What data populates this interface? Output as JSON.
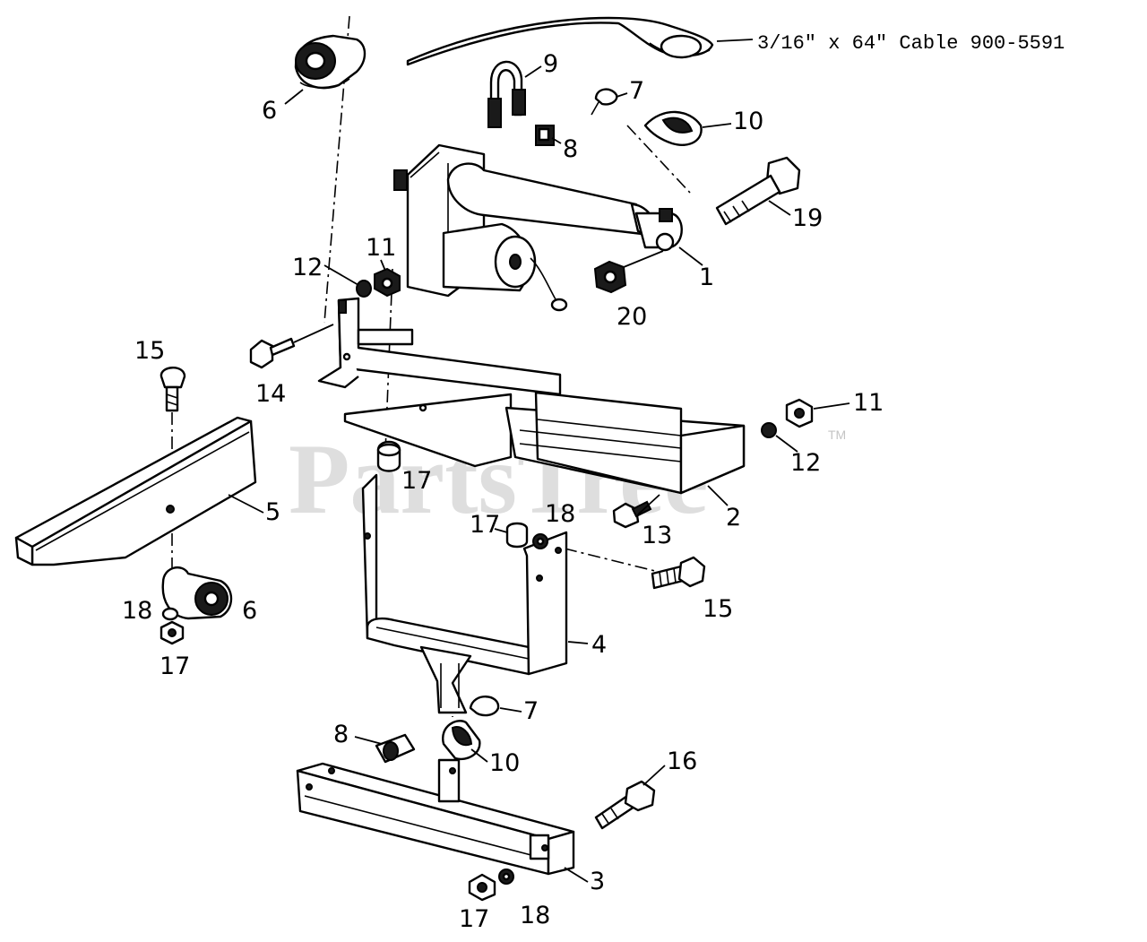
{
  "cable_label": "3/16\" x 64\" Cable  900-5591",
  "watermark": "PartsTree",
  "trademark": "TM",
  "callouts": {
    "c1": "1",
    "c2": "2",
    "c3": "3",
    "c4": "4",
    "c5": "5",
    "c6a": "6",
    "c6b": "6",
    "c7a": "7",
    "c7b": "7",
    "c8a": "8",
    "c8b": "8",
    "c9": "9",
    "c10a": "10",
    "c10b": "10",
    "c11a": "11",
    "c11b": "11",
    "c12a": "12",
    "c12b": "12",
    "c13": "13",
    "c14": "14",
    "c15a": "15",
    "c15b": "15",
    "c16": "16",
    "c17a": "17",
    "c17b": "17",
    "c17c": "17",
    "c17d": "17",
    "c18a": "18",
    "c18b": "18",
    "c18c": "18",
    "c19": "19",
    "c20": "20"
  },
  "colors": {
    "ink": "#000000",
    "watermark": "#c4c4c4",
    "paper": "#ffffff"
  }
}
